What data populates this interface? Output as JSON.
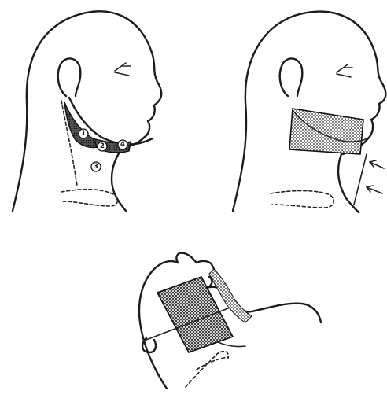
{
  "figure": {
    "panels": [
      {
        "id": "lateral-neck-regions",
        "region_numbers": [
          "1",
          "2",
          "3",
          "4"
        ]
      },
      {
        "id": "lateral-treatment-field"
      },
      {
        "id": "submental-oblique-field"
      }
    ]
  },
  "colors": {
    "ink": "#1c1c1c",
    "hatch": "#333333",
    "background": "#ffffff"
  }
}
